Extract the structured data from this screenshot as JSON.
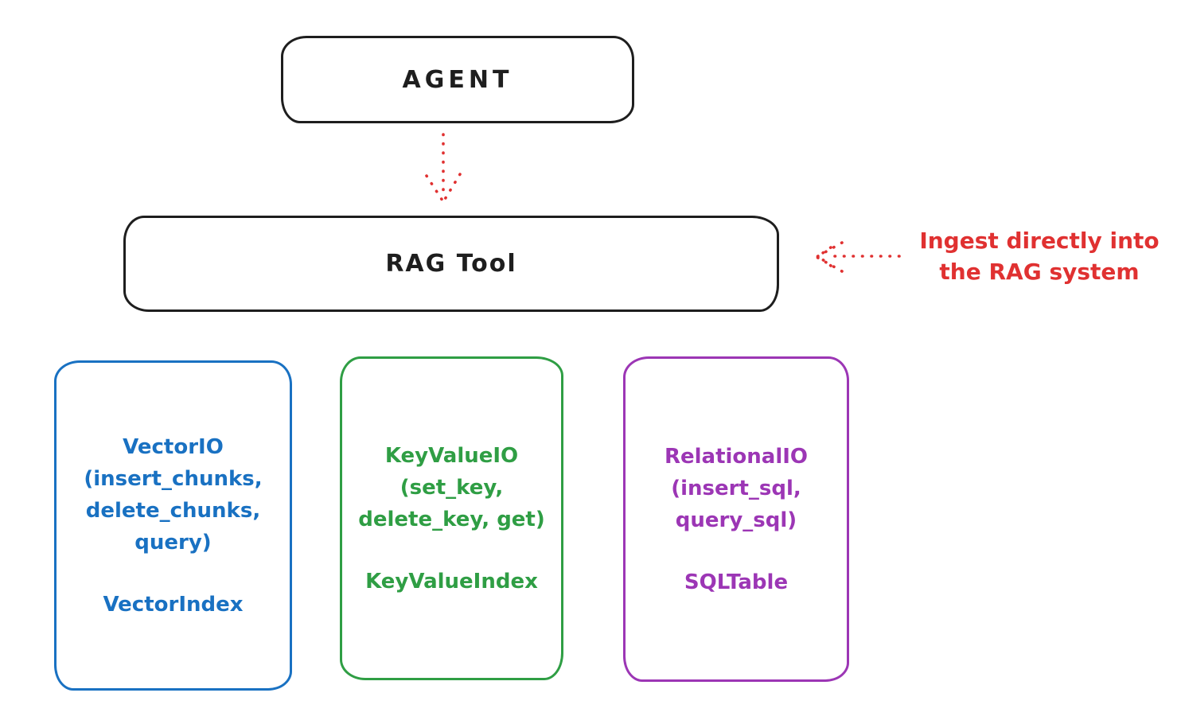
{
  "diagram": {
    "title_hint": "RAG Tool architecture sketch",
    "colors": {
      "stroke": "#1e1e1e",
      "background": "#ffffff",
      "red": "#e03131",
      "blue": "#1971c2",
      "green": "#2f9e44",
      "purple": "#9c36b5"
    },
    "nodes": {
      "agent": {
        "label": "AGENT"
      },
      "rag_tool": {
        "label": "RAG Tool"
      },
      "vector_io": {
        "title": "VectorIO\n(insert_chunks,\ndelete_chunks,\nquery)",
        "index_label": "VectorIndex",
        "color": "#1971c2"
      },
      "key_value_io": {
        "title": "KeyValueIO\n(set_key,\ndelete_key, get)",
        "index_label": "KeyValueIndex",
        "color": "#2f9e44"
      },
      "relational_io": {
        "title": "RelationalIO\n(insert_sql,\nquery_sql)",
        "index_label": "SQLTable",
        "color": "#9c36b5"
      }
    },
    "annotation": {
      "text": "Ingest directly into\nthe RAG system",
      "color": "#e03131"
    },
    "arrows": {
      "agent_to_rag": "dotted-arrow-down",
      "annotation_to_rag": "dotted-arrow-left"
    }
  }
}
